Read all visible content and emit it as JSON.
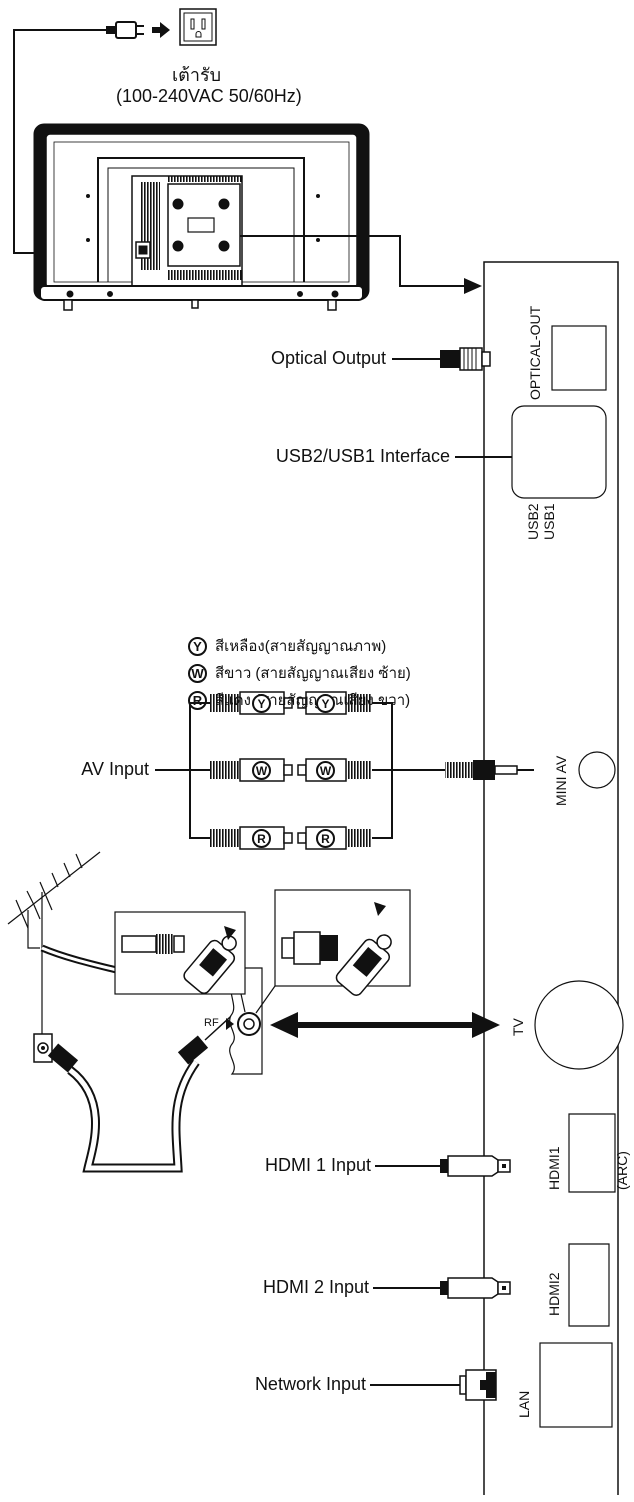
{
  "power": {
    "socket_label": "เต้ารับ",
    "socket_spec": "(100-240VAC 50/60Hz)"
  },
  "connections": {
    "optical_output": "Optical Output",
    "usb_interface": "USB2/USB1 Interface",
    "av_input": "AV Input",
    "hdmi1_input": "HDMI 1 Input",
    "hdmi2_input": "HDMI 2 Input",
    "network_input": "Network Input",
    "rf_label": "RF"
  },
  "legend": [
    {
      "letter": "Y",
      "text": "สีเหลือง(สายสัญญาณภาพ)"
    },
    {
      "letter": "W",
      "text": "สีขาว (สายสัญญาณเสียง ซ้าย)"
    },
    {
      "letter": "R",
      "text": "สีแดง (สายสัญญาณเสียง ขวา)"
    }
  ],
  "av_plugs": {
    "y": "Y",
    "w": "W",
    "r": "R"
  },
  "panel_ports": {
    "optical": "OPTICAL-OUT",
    "usb2": "USB2",
    "usb1": "USB1",
    "mini_av": "MINI AV",
    "tv": "TV",
    "hdmi1": "HDMI1",
    "arc": "(ARC)",
    "hdmi2": "HDMI2",
    "lan": "LAN"
  }
}
